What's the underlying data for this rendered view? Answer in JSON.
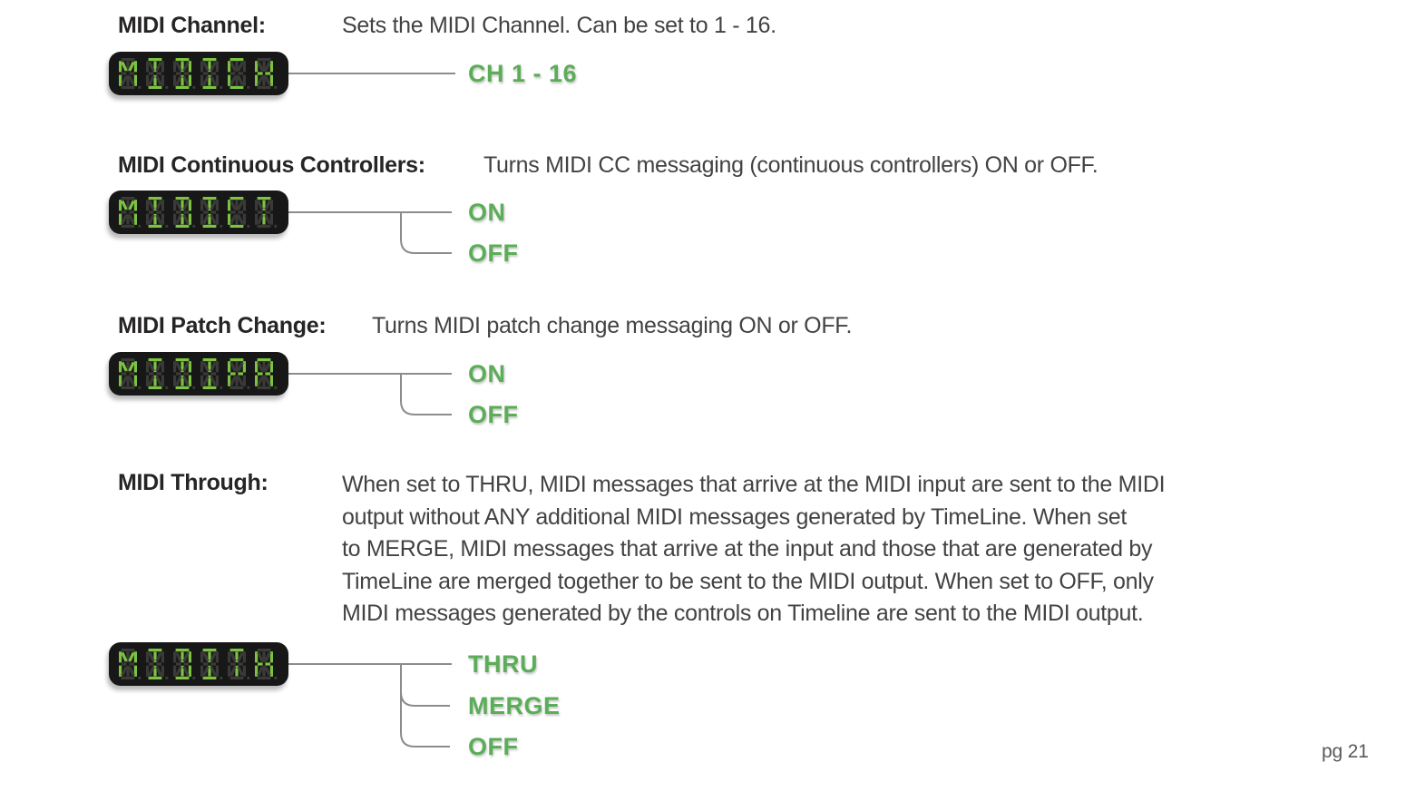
{
  "page": {
    "footer": "pg 21"
  },
  "colors": {
    "heading_text": "#262425",
    "body_text": "#434144",
    "option_green": "#5bad57",
    "connector_gray": "#8a8c8e",
    "led_background": "#171717",
    "led_lit": "#7dc242",
    "led_ghost": "#3a3a38",
    "footer_gray": "#58595b"
  },
  "sections": [
    {
      "heading": "MIDI Channel:",
      "description": "Sets the MIDI Channel. Can be set to 1 - 16.",
      "display_text": "MIDICH",
      "options": [
        "CH 1 - 16"
      ]
    },
    {
      "heading": "MIDI Continuous Controllers:",
      "description": "Turns MIDI CC messaging (continuous controllers) ON or OFF.",
      "display_text": "MIDICT",
      "options": [
        "ON",
        "OFF"
      ]
    },
    {
      "heading": "MIDI Patch Change:",
      "description": "Turns MIDI patch change messaging ON or OFF.",
      "display_text": "MIDIPA",
      "options": [
        "ON",
        "OFF"
      ]
    },
    {
      "heading": "MIDI Through:",
      "description": "When set to THRU, MIDI messages that arrive at the MIDI input are sent to the MIDI\noutput without ANY additional MIDI messages generated by TimeLine. When set\nto MERGE, MIDI messages that arrive at the input and those that are generated by\nTimeLine are merged together to be sent to the MIDI output. When set to OFF, only\nMIDI messages generated by the controls on Timeline are sent to the MIDI output.",
      "display_text": "MIDITH",
      "options": [
        "THRU",
        "MERGE",
        "OFF"
      ]
    }
  ]
}
